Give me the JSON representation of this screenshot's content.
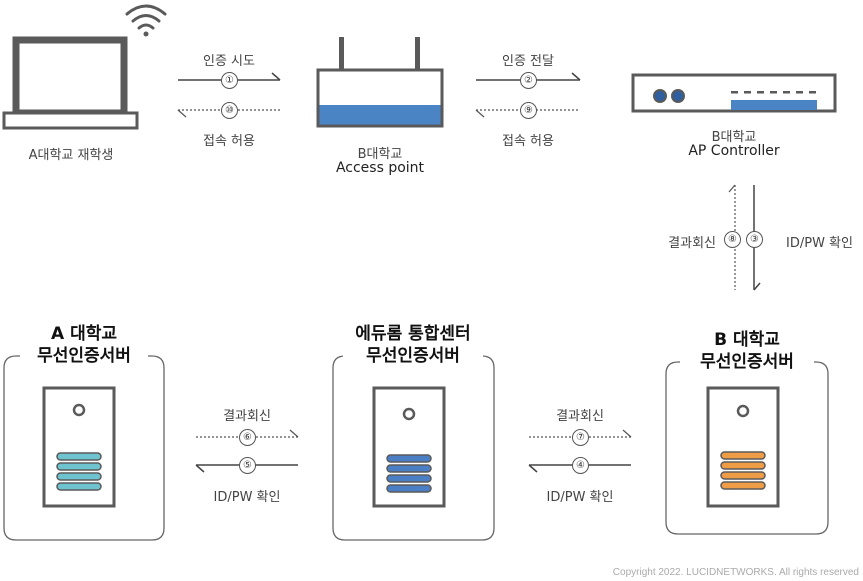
{
  "nodes": {
    "student": "A대학교 재학생",
    "ap_org": "B대학교",
    "ap_name": "Access point",
    "ctrl_org": "B대학교",
    "ctrl_name": "AP Controller",
    "server_a_line1": "A 대학교",
    "server_a_line2": "무선인증서버",
    "server_hub_line1": "에듀롬 통합센터",
    "server_hub_line2": "무선인증서버",
    "server_b_line1": "B 대학교",
    "server_b_line2": "무선인증서버"
  },
  "flows": {
    "auth_attempt": "인증 시도",
    "access_allow_1": "접속 허용",
    "auth_forward": "인증 전달",
    "access_allow_2": "접속 허용",
    "result_reply_ctrl": "결과회신",
    "idpw_check_ctrl": "ID/PW 확인",
    "result_reply_a": "결과회신",
    "idpw_check_a": "ID/PW 확인",
    "result_reply_b": "결과회신",
    "idpw_check_b": "ID/PW 확인"
  },
  "steps": {
    "s1": "①",
    "s2": "②",
    "s3": "③",
    "s4": "④",
    "s5": "⑤",
    "s6": "⑥",
    "s7": "⑦",
    "s8": "⑧",
    "s9": "⑨",
    "s10": "⑩"
  },
  "colors": {
    "device_outline": "#5a5a5a",
    "ap_blue": "#4a84c4",
    "server_a_bars": "#6ec3cf",
    "server_hub_bars": "#4a7fc6",
    "server_b_bars": "#ee9c45"
  },
  "copyright": "Copyright 2022. LUCIDNETWORKS. All rights reserved"
}
